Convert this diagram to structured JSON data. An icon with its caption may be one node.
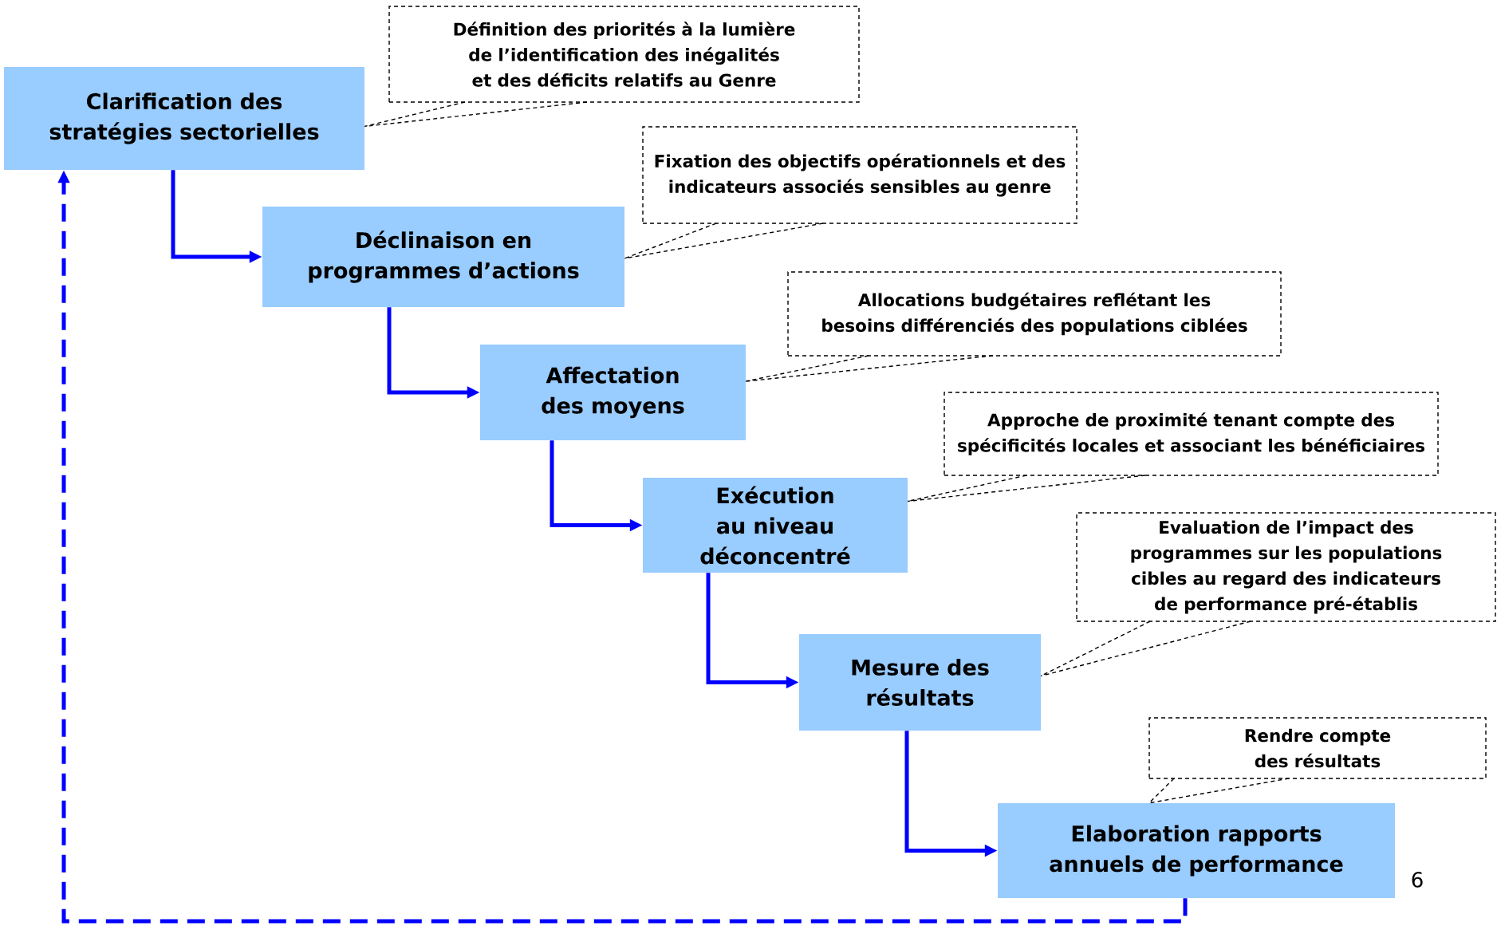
{
  "diagram": {
    "nodes": [
      {
        "text": [
          "Clarification des stratégies sectorielles"
        ]
      },
      {
        "text": [
          "Déclinaison en programmes d’actions"
        ]
      },
      {
        "text": [
          "Affectation des moyens"
        ]
      },
      {
        "text": [
          "Exécution au niveau déconcentré"
        ]
      },
      {
        "text": [
          "Mesure des résultats"
        ]
      },
      {
        "text": [
          "Elaboration rapports annuels de performance"
        ],
        "beside": [
          "6"
        ]
      },
      {
        "text": [
          "Définition des priorités à la lumière de l’identification des inégalités et des déficits relatifs au Genre"
        ]
      },
      {
        "text": [
          "Fixation des objectifs opérationnels et des indicateurs associés sensibles au genre"
        ]
      },
      {
        "text": [
          "Allocations budgétaires reflétant les besoins différenciés des populations ciblées"
        ]
      },
      {
        "text": [
          "Approche de proximité tenant compte des spécificités locales et associant les bénéficiaires"
        ]
      },
      {
        "text": [
          "Evaluation de l’impact des programmes sur les populations cibles au regard des indicateurs de performance pré-établis"
        ]
      },
      {
        "text": [
          "Rendre compte des résultats"
        ]
      }
    ],
    "edges": [
      {
        "from": 0,
        "to": 1,
        "arrow": "to",
        "style": "thick"
      },
      {
        "from": 1,
        "to": 2,
        "arrow": "to",
        "style": "thick"
      },
      {
        "from": 2,
        "to": 3,
        "arrow": "to",
        "style": "thick"
      },
      {
        "from": 3,
        "to": 4,
        "arrow": "to",
        "style": "thick"
      },
      {
        "from": 4,
        "to": 5,
        "arrow": "to",
        "style": "thick"
      },
      {
        "from": 5,
        "to": 0,
        "arrow": "to",
        "style": "dashed"
      },
      {
        "from": 6,
        "to": 0,
        "arrow": "none",
        "style": "dashed",
        "color": "#000000"
      },
      {
        "from": 7,
        "to": 1,
        "arrow": "none",
        "style": "dashed",
        "color": "#000000"
      },
      {
        "from": 8,
        "to": 2,
        "arrow": "none",
        "style": "dashed",
        "color": "#000000"
      },
      {
        "from": 9,
        "to": 3,
        "arrow": "none",
        "style": "dashed",
        "color": "#000000"
      },
      {
        "from": 10,
        "to": 4,
        "arrow": "none",
        "style": "dashed",
        "color": "#000000"
      },
      {
        "from": 11,
        "to": 5,
        "arrow": "none",
        "style": "dashed",
        "color": "#000000"
      }
    ]
  }
}
